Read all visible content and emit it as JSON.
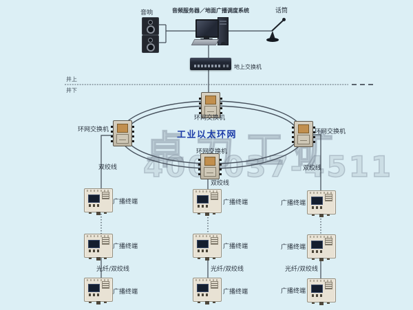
{
  "header": {
    "speakers_label": "音响",
    "server_label": "音频服务器／地面广播调度系统",
    "mic_label": "话筒"
  },
  "ground_switch": {
    "label": "地上交换机"
  },
  "divider": {
    "above_label": "井上",
    "below_label": "井下"
  },
  "ring": {
    "title": "工业以太环网",
    "switch_label": "环网交换机"
  },
  "cables": {
    "twisted_pair_label": "双绞线",
    "fiber_or_twisted_label": "光纤/双绞线"
  },
  "terminals": {
    "label": "广播终端"
  },
  "watermark": {
    "company": "卓力工矿",
    "phone": "400-037-4511"
  },
  "colors": {
    "background": "#dceff5",
    "title_blue": "#1d3da8",
    "wire": "#3e4852",
    "device_beige": "#d8d1c1",
    "switch_dark": "#232936"
  }
}
